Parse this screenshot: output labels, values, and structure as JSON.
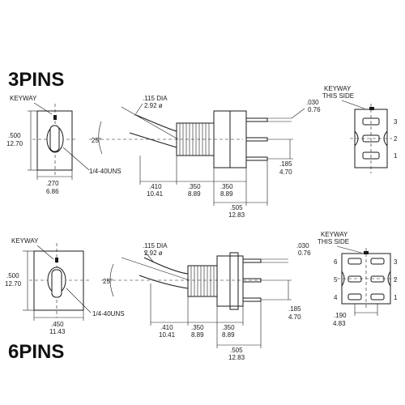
{
  "titles": {
    "top": "3PINS",
    "bottom": "6PINS"
  },
  "top": {
    "keyway": "KEYWAY",
    "height_in": ".500",
    "height_mm": "12.70",
    "width_in": ".270",
    "width_mm": "6.86",
    "thread": "1/4-40UNS",
    "angle": "25°",
    "dia_in": ".115 DIA",
    "dia_mm": "2.92 ø",
    "d410": ".410",
    "d1041": "10.41",
    "d350a": ".350",
    "d889a": "8.89",
    "d350b": ".350",
    "d889b": "8.89",
    "d505": ".505",
    "d1283": "12.83",
    "d030": ".030",
    "d076": "0.76",
    "d185": ".185",
    "d470": "4.70",
    "keyway_side_1": "KEYWAY",
    "keyway_side_2": "THIS SIDE",
    "pins": [
      "3",
      "2",
      "1"
    ]
  },
  "bottom": {
    "keyway": "KEYWAY",
    "height_in": ".500",
    "height_mm": "12.70",
    "width_in": ".450",
    "width_mm": "11.43",
    "thread": "1/4-40UNS",
    "angle": "25°",
    "dia_in": ".115 DIA",
    "dia_mm": "2.92 ø",
    "d410": ".410",
    "d1041": "10.41",
    "d350a": ".350",
    "d889a": "8.89",
    "d350b": ".350",
    "d889b": "8.89",
    "d505": ".505",
    "d1283": "12.83",
    "d030": ".030",
    "d076": "0.76",
    "d185": ".185",
    "d470": "4.70",
    "d190": ".190",
    "d483": "4.83",
    "keyway_side_1": "KEYWAY",
    "keyway_side_2": "THIS SIDE",
    "pins_left": [
      "6",
      "5",
      "4"
    ],
    "pins_right": [
      "3",
      "2",
      "1"
    ]
  }
}
